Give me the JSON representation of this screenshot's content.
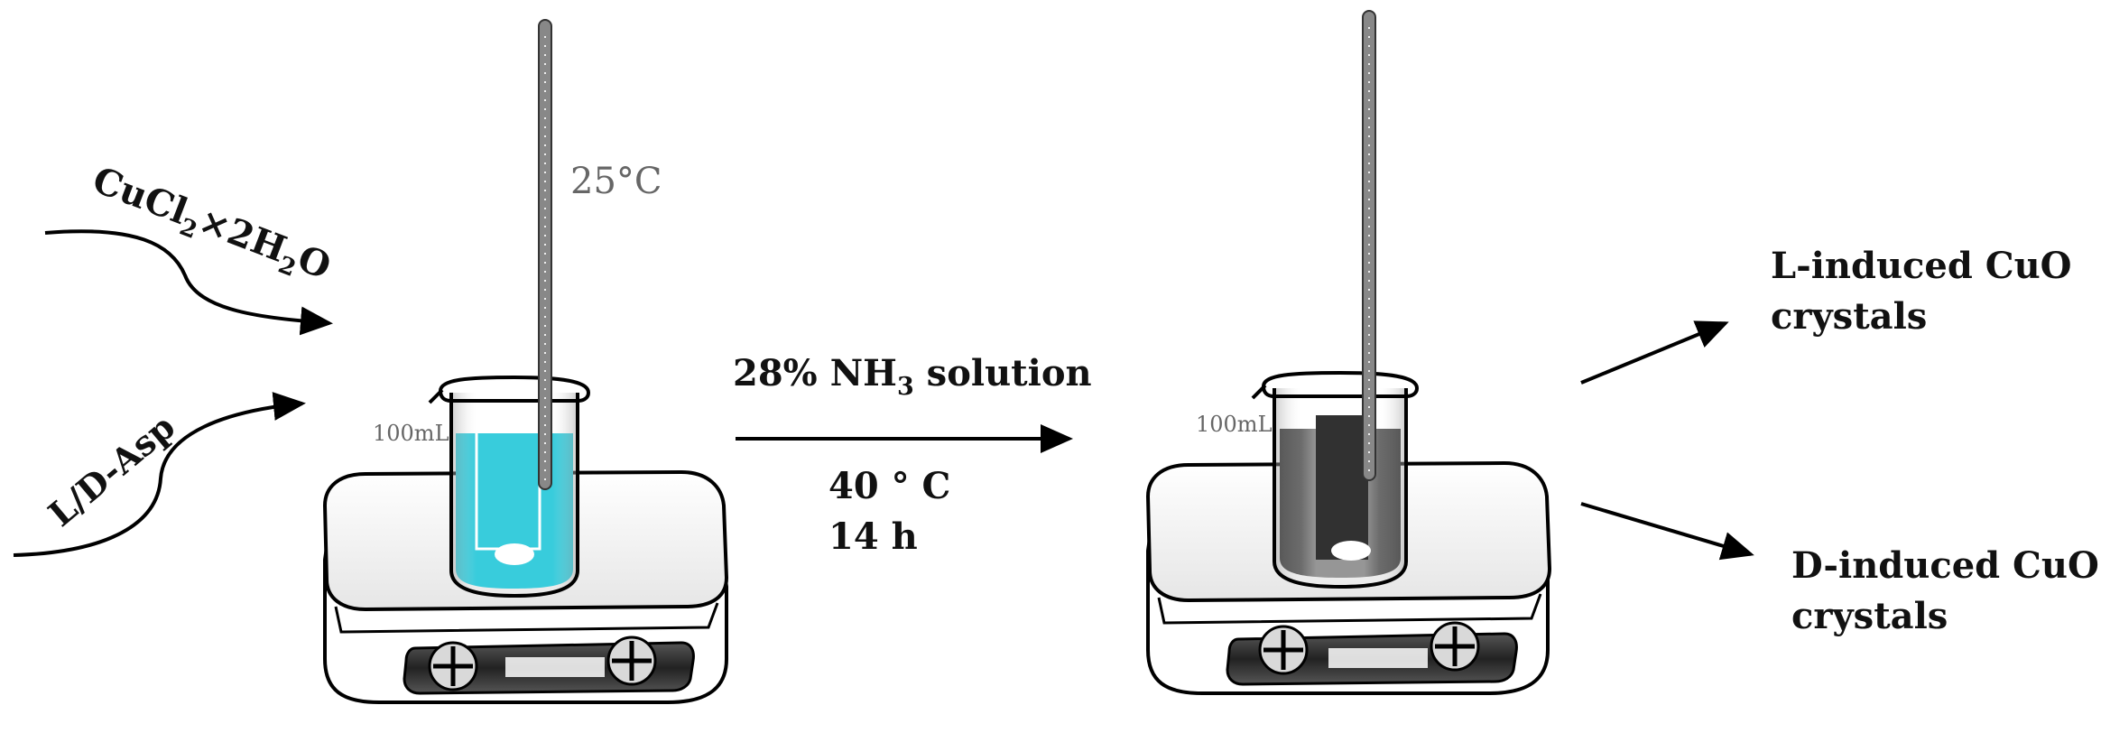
{
  "reagents": {
    "copper_salt": {
      "main": "CuCl",
      "sub1": "2",
      "mid": "×2H",
      "sub2": "2",
      "end": "O"
    },
    "amino_acid": "L/D-Asp"
  },
  "beaker1": {
    "temperature": "25°C",
    "volume": "100mL",
    "liquid_color": "#22c6d8"
  },
  "reaction": {
    "reagent_main": "28% NH",
    "reagent_sub": "3",
    "reagent_end": " solution",
    "temperature": "40 ° C",
    "time": "14 h"
  },
  "beaker2": {
    "volume": "100mL",
    "liquid_color": "#1a1a1a"
  },
  "products": {
    "l_line1": "L-induced CuO",
    "l_line2": "crystals",
    "d_line1": "D-induced CuO",
    "d_line2": "crystals"
  }
}
